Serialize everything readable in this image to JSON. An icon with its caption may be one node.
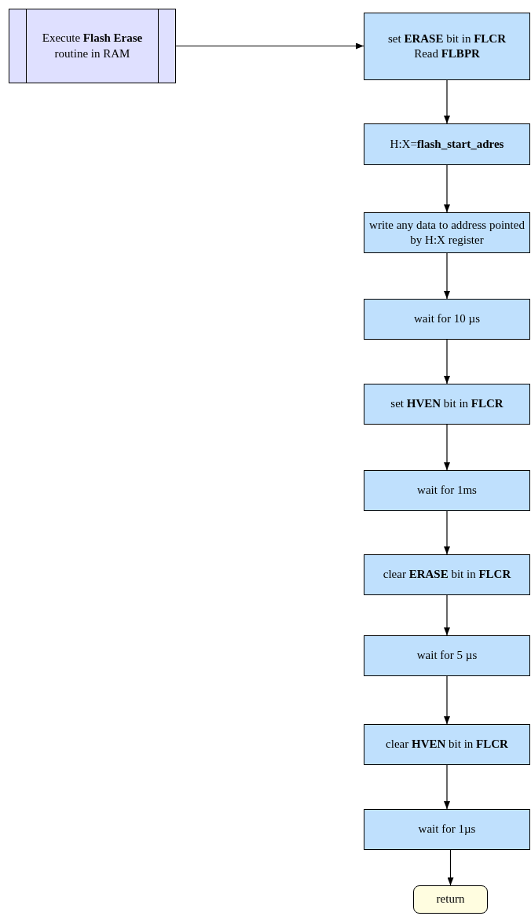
{
  "diagram": {
    "nodes": [
      {
        "text": [
          "Execute **Flash Erase** routine in RAM"
        ]
      },
      {
        "text": [
          "set **ERASE** bit in **FLCR**",
          "Read **FLBPR**"
        ]
      },
      {
        "text": [
          "H:X=**flash_start_adres**"
        ]
      },
      {
        "text": [
          "write any data to address pointed by H:X register"
        ]
      },
      {
        "text": [
          "wait for 10 µs"
        ]
      },
      {
        "text": [
          "set **HVEN** bit in **FLCR**"
        ]
      },
      {
        "text": [
          "wait for 1ms"
        ]
      },
      {
        "text": [
          "clear **ERASE** bit in **FLCR**"
        ]
      },
      {
        "text": [
          "wait for 5 µs"
        ]
      },
      {
        "text": [
          "clear **HVEN** bit in **FLCR**"
        ]
      },
      {
        "text": [
          "wait for 1µs"
        ]
      },
      {
        "text": [
          "return"
        ]
      }
    ],
    "edges": [
      {
        "from": 0,
        "to": 1,
        "arrow": "to"
      },
      {
        "from": 1,
        "to": 2,
        "arrow": "to"
      },
      {
        "from": 2,
        "to": 3,
        "arrow": "to"
      },
      {
        "from": 3,
        "to": 4,
        "arrow": "to"
      },
      {
        "from": 4,
        "to": 5,
        "arrow": "to"
      },
      {
        "from": 5,
        "to": 6,
        "arrow": "to"
      },
      {
        "from": 6,
        "to": 7,
        "arrow": "to"
      },
      {
        "from": 7,
        "to": 8,
        "arrow": "to"
      },
      {
        "from": 8,
        "to": 9,
        "arrow": "to"
      },
      {
        "from": 9,
        "to": 10,
        "arrow": "to"
      },
      {
        "from": 10,
        "to": 11,
        "arrow": "to"
      }
    ]
  }
}
